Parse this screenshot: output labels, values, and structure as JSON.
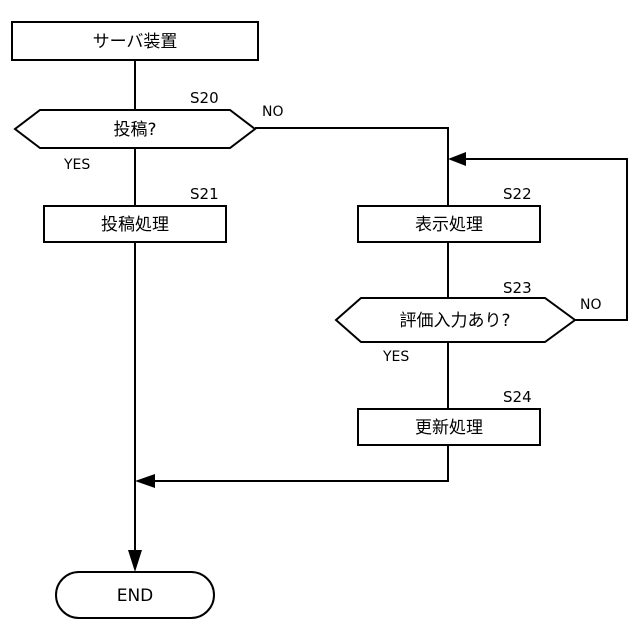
{
  "nodes": {
    "server": {
      "label": "サーバ装置"
    },
    "s20": {
      "label": "投稿?",
      "step": "S20",
      "yes": "YES",
      "no": "NO"
    },
    "s21": {
      "label": "投稿処理",
      "step": "S21"
    },
    "s22": {
      "label": "表示処理",
      "step": "S22"
    },
    "s23": {
      "label": "評価入力あり?",
      "step": "S23",
      "yes": "YES",
      "no": "NO"
    },
    "s24": {
      "label": "更新処理",
      "step": "S24"
    },
    "end": {
      "label": "END"
    }
  }
}
